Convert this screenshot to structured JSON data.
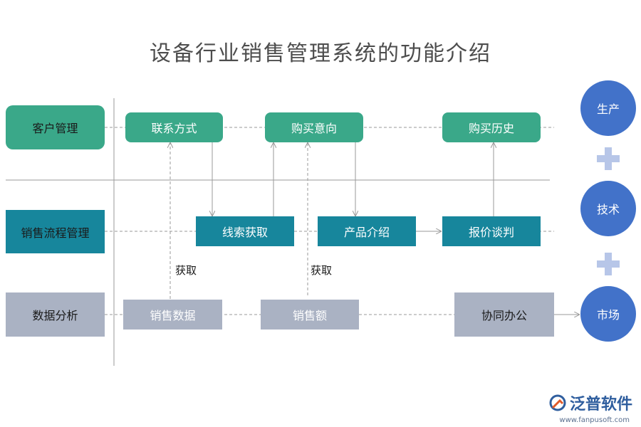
{
  "title": "设备行业销售管理系统的功能介绍",
  "rows": {
    "customer": "客户管理",
    "sales_process": "销售流程管理",
    "data_analysis": "数据分析"
  },
  "customer_boxes": [
    "联系方式",
    "购买意向",
    "购买历史"
  ],
  "sales_boxes": [
    "线索获取",
    "产品介绍",
    "报价谈判"
  ],
  "data_boxes": [
    "销售数据",
    "销售额",
    "协同办公"
  ],
  "get_labels": [
    "获取",
    "获取"
  ],
  "circles": [
    "生产",
    "技术",
    "市场"
  ],
  "plus_signs": [
    "+",
    "+"
  ],
  "logo": {
    "name": "泛普软件",
    "url": "www.fanpusoft.com"
  },
  "colors": {
    "green": "#3aa889",
    "teal": "#17869c",
    "gray": "#aab2c3",
    "circle_blue": "#4272c9",
    "plus": "#b7c6e8"
  }
}
